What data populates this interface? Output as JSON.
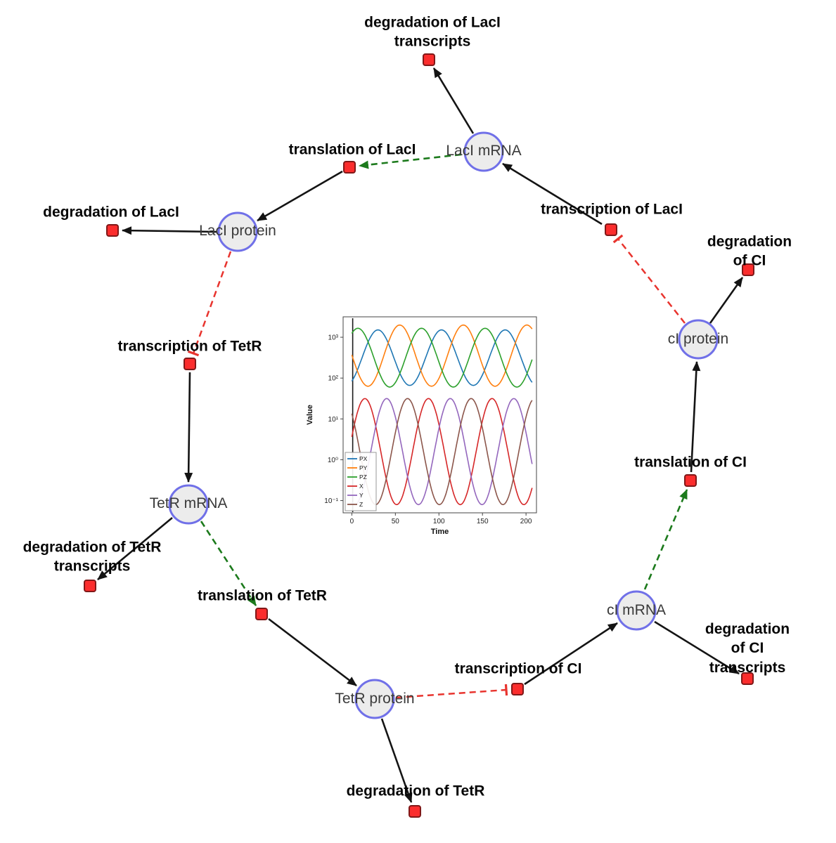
{
  "network": {
    "species": [
      {
        "id": "laci-mrna",
        "label": "LacI mRNA"
      },
      {
        "id": "laci-protein",
        "label": "LacI protein"
      },
      {
        "id": "ci-protein",
        "label": "cI protein"
      },
      {
        "id": "tetr-mrna",
        "label": "TetR mRNA"
      },
      {
        "id": "ci-mrna",
        "label": "cI mRNA"
      },
      {
        "id": "tetr-protein",
        "label": "TetR protein"
      }
    ],
    "reactions": [
      {
        "id": "deg-laci-transcripts",
        "label": "degradation of LacI\ntranscripts"
      },
      {
        "id": "translation-laci",
        "label": "translation of LacI"
      },
      {
        "id": "transcription-laci",
        "label": "transcription of LacI"
      },
      {
        "id": "deg-laci",
        "label": "degradation of LacI"
      },
      {
        "id": "deg-ci",
        "label": "degradation of CI"
      },
      {
        "id": "transcription-tetr",
        "label": "transcription of TetR"
      },
      {
        "id": "translation-ci",
        "label": "translation of CI"
      },
      {
        "id": "deg-tetr-transcripts",
        "label": "degradation of TetR\ntranscripts"
      },
      {
        "id": "translation-tetr",
        "label": "translation of TetR"
      },
      {
        "id": "transcription-ci",
        "label": "transcription of CI"
      },
      {
        "id": "deg-ci-transcripts",
        "label": "degradation of CI\ntranscripts"
      },
      {
        "id": "deg-tetr",
        "label": "degradation of TetR"
      }
    ]
  },
  "colors": {
    "species_fill": "#ececec",
    "species_border": "#7070e8",
    "reaction_fill": "#fb2d2d",
    "reaction_border": "#801818",
    "edge_reaction": "#141414",
    "edge_modifier": "#1c7a1c",
    "edge_inhibition": "#e8342e"
  },
  "chart_data": {
    "type": "line",
    "title": "",
    "xlabel": "Time",
    "ylabel": "Value",
    "x_ticks": [
      0,
      50,
      100,
      150,
      200
    ],
    "xlim": [
      -10,
      212
    ],
    "y_scale": "log",
    "y_ticks_log10": [
      -1,
      0,
      1,
      2,
      3
    ],
    "ylim_log10": [
      -1.3,
      3.5
    ],
    "legend_position": "lower-left",
    "grid": false,
    "transient_line_x": 1,
    "series": [
      {
        "name": "PX",
        "color": "#1f77b4",
        "log10_mean": 2.5,
        "log10_amplitude": 0.68,
        "period": 73,
        "peak_time": 30
      },
      {
        "name": "PY",
        "color": "#ff7f0e",
        "log10_mean": 2.55,
        "log10_amplitude": 0.75,
        "period": 73,
        "peak_time": 55
      },
      {
        "name": "PZ",
        "color": "#2ca02c",
        "log10_mean": 2.5,
        "log10_amplitude": 0.72,
        "period": 73,
        "peak_time": 80
      },
      {
        "name": "X",
        "color": "#d62728",
        "log10_mean": 0.2,
        "log10_amplitude": 1.3,
        "period": 73,
        "peak_time": 15
      },
      {
        "name": "Y",
        "color": "#9467bd",
        "log10_mean": 0.2,
        "log10_amplitude": 1.3,
        "period": 73,
        "peak_time": 40
      },
      {
        "name": "Z",
        "color": "#8c564b",
        "log10_mean": 0.2,
        "log10_amplitude": 1.3,
        "period": 73,
        "peak_time": 64
      }
    ]
  }
}
